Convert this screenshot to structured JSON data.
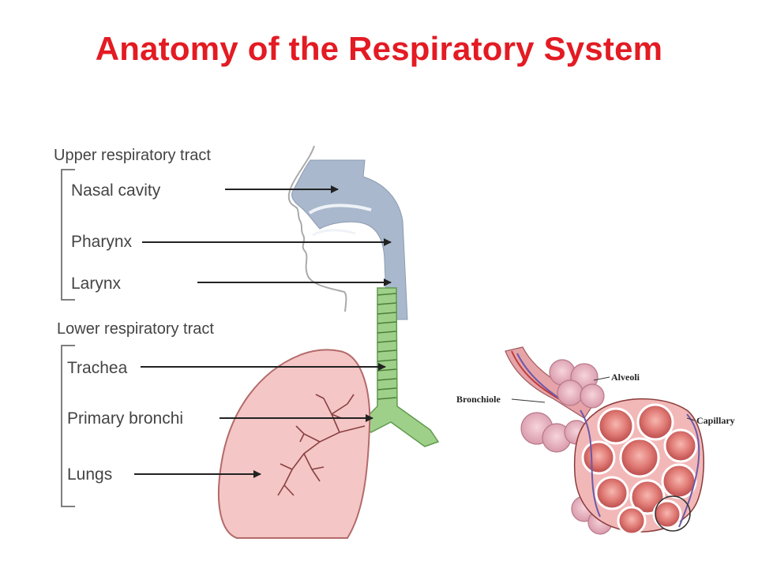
{
  "title": "Anatomy of the Respiratory System",
  "upper": {
    "heading": "Upper respiratory tract",
    "items": [
      "Nasal cavity",
      "Pharynx",
      "Larynx"
    ]
  },
  "lower": {
    "heading": "Lower respiratory tract",
    "items": [
      "Trachea",
      "Primary bronchi",
      "Lungs"
    ]
  },
  "inset": {
    "alveoli_label": "Alveoli",
    "bronchiole_label": "Bronchiole",
    "capillary_label": "Capillary"
  },
  "colors": {
    "title": "#e31b23",
    "airway_upper": "#a9b8cc",
    "trachea": "#9fd08a",
    "lung": "#f4c6c6",
    "alveoli": "#e27a7a"
  }
}
